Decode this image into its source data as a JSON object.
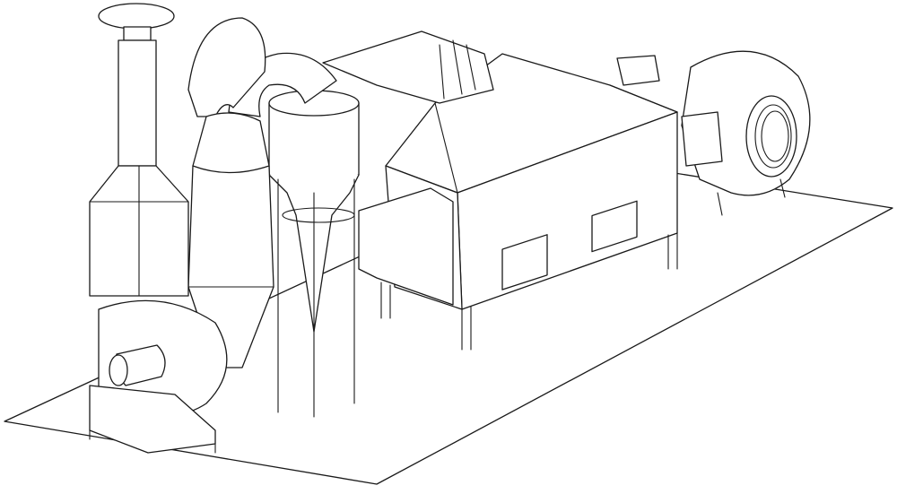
{
  "drawing": {
    "style": "isometric line drawing",
    "line_color": "#1a1a1a",
    "background": "#ffffff",
    "components": [
      "base-platform",
      "exhaust-stack",
      "scrubber-housing",
      "blower-fan-left",
      "motor",
      "cyclone-large",
      "cyclone-small",
      "duct-elbows",
      "dryer-housing",
      "access-doors",
      "hopper-inlet",
      "blower-fan-right"
    ]
  }
}
